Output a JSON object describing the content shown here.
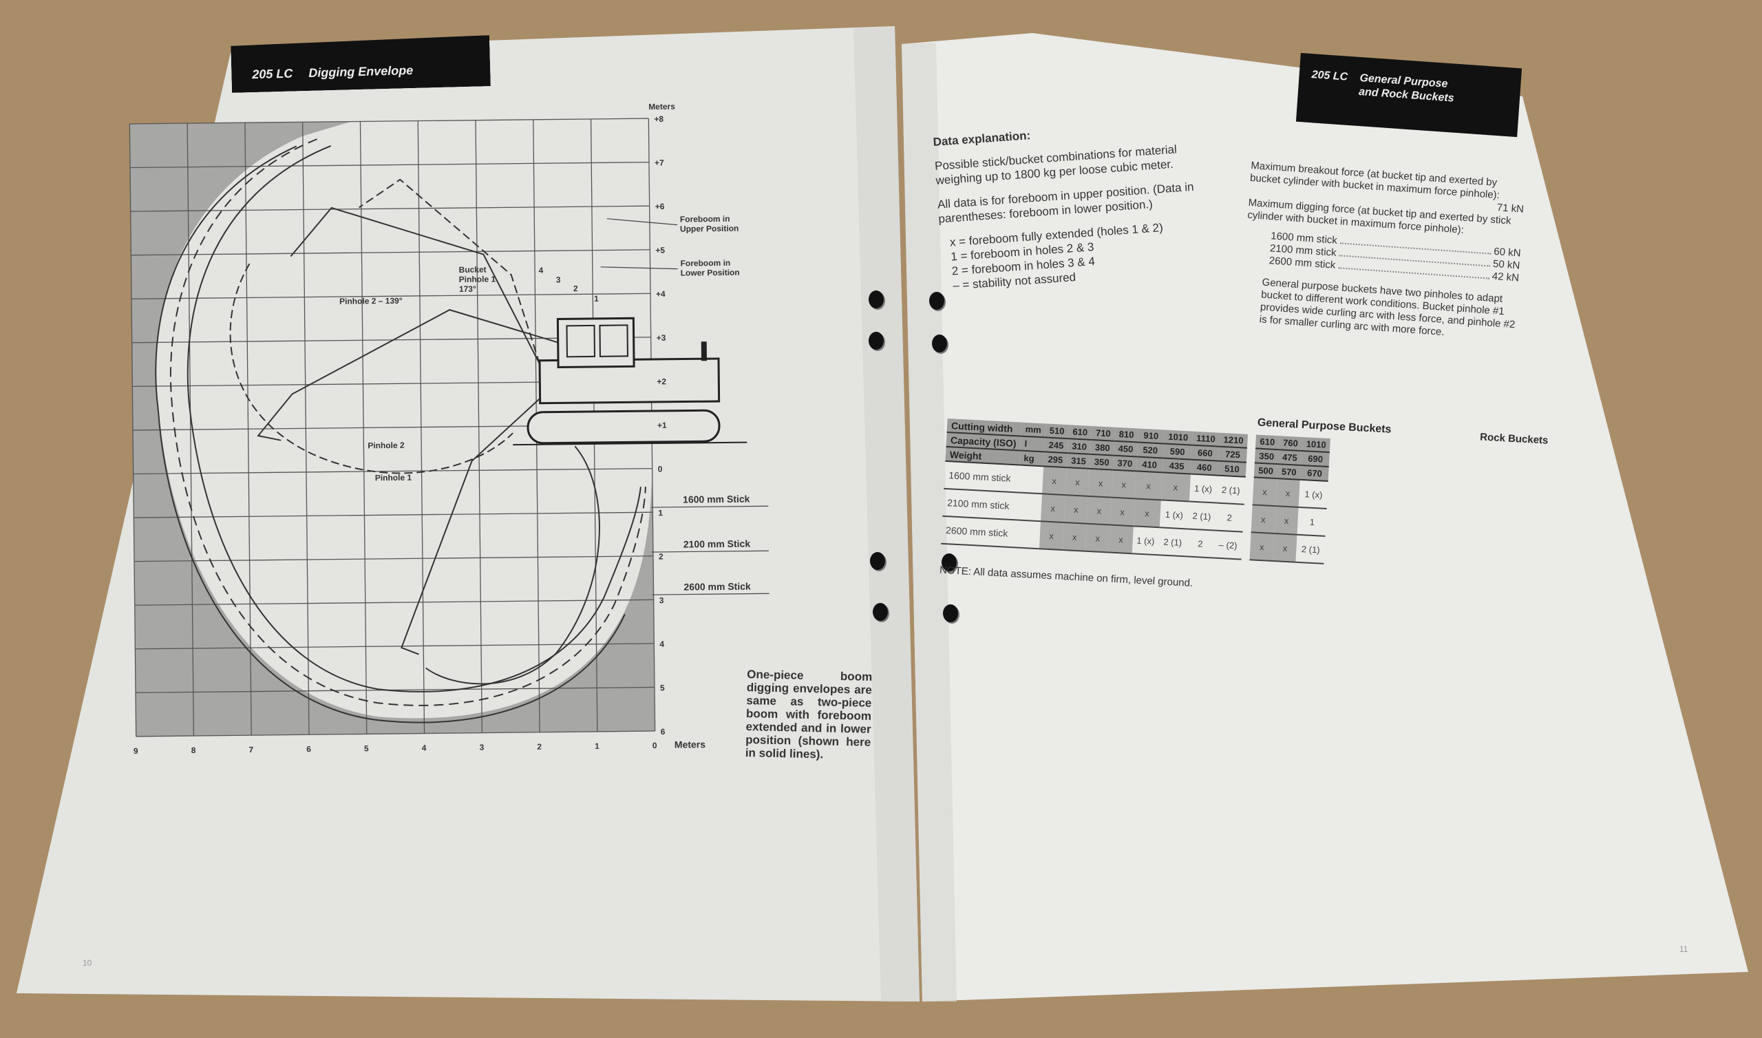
{
  "left_page": {
    "header": {
      "model": "205 LC",
      "title": "Digging Envelope"
    },
    "diagram": {
      "y_axis_unit": "Meters",
      "y_ticks_above": [
        "+8",
        "+7",
        "+6",
        "+5",
        "+4",
        "+3",
        "+2",
        "+1",
        "0"
      ],
      "y_ticks_below": [
        "1",
        "2",
        "3",
        "4",
        "5",
        "6"
      ],
      "x_ticks": [
        "9",
        "8",
        "7",
        "6",
        "5",
        "4",
        "3",
        "2",
        "1",
        "0"
      ],
      "x_axis_unit": "Meters",
      "labels": {
        "foreboom_upper": [
          "Foreboom in",
          "Upper Position"
        ],
        "foreboom_lower": [
          "Foreboom in",
          "Lower Position"
        ],
        "bucket_pinhole1": [
          "Bucket",
          "Pinhole 1",
          "173°"
        ],
        "pinhole2_angle": "Pinhole 2 – 139°",
        "pinhole2": "Pinhole 2",
        "pinhole1": "Pinhole 1",
        "holes": [
          "1",
          "2",
          "3",
          "4"
        ],
        "stick_1600": "1600 mm Stick",
        "stick_2100": "2100 mm Stick",
        "stick_2600": "2600 mm Stick"
      }
    },
    "note": "One-piece boom digging envelopes are same as two-piece boom with foreboom extended and in lower position (shown here in solid lines).",
    "page_number": "10"
  },
  "right_page": {
    "header": {
      "model": "205 LC",
      "title_line1": "General Purpose",
      "title_line2": "and Rock Buckets"
    },
    "data_explanation": {
      "heading": "Data explanation:",
      "p1": "Possible stick/bucket combinations for material weighing up to 1800 kg per loose cubic meter.",
      "p2": "All data is for foreboom in upper position. (Data in parentheses: foreboom in lower position.)",
      "legend": [
        "x = foreboom fully extended (holes 1 & 2)",
        "1 = foreboom in holes 2 & 3",
        "2 = foreboom in holes 3 & 4",
        "– = stability not assured"
      ]
    },
    "forces": {
      "breakout": "Maximum breakout force (at bucket tip and exerted by bucket cylinder with bucket in maximum force pinhole):",
      "breakout_value": "71 kN",
      "digging": "Maximum digging force (at bucket tip and exerted by stick cylinder with bucket in maximum force pinhole):",
      "sticks": [
        {
          "label": "1600 mm stick",
          "value": "60 kN"
        },
        {
          "label": "2100 mm stick",
          "value": "50 kN"
        },
        {
          "label": "2600 mm stick",
          "value": "42 kN"
        }
      ],
      "pinhole_note": "General purpose buckets have two pinholes to adapt bucket to different work conditions. Bucket pinhole #1 provides wide curling arc with less force, and pinhole #2 is for smaller curling arc with more force."
    },
    "table": {
      "gp_title": "General Purpose Buckets",
      "rock_title": "Rock Buckets",
      "rows": [
        {
          "label": "Cutting width",
          "unit": "mm",
          "gp": [
            "510",
            "610",
            "710",
            "810",
            "910",
            "1010",
            "1110",
            "1210"
          ],
          "rock": [
            "610",
            "760",
            "1010"
          ]
        },
        {
          "label": "Capacity (ISO)",
          "unit": "l",
          "gp": [
            "245",
            "310",
            "380",
            "450",
            "520",
            "590",
            "660",
            "725"
          ],
          "rock": [
            "350",
            "475",
            "690"
          ]
        },
        {
          "label": "Weight",
          "unit": "kg",
          "gp": [
            "295",
            "315",
            "350",
            "370",
            "410",
            "435",
            "460",
            "510"
          ],
          "rock": [
            "500",
            "570",
            "670"
          ]
        }
      ],
      "sticks": [
        {
          "label": "1600 mm stick",
          "gp": [
            "x",
            "x",
            "x",
            "x",
            "x",
            "x",
            "1 (x)",
            "2 (1)"
          ],
          "rock": [
            "x",
            "x",
            "1 (x)"
          ]
        },
        {
          "label": "2100 mm stick",
          "gp": [
            "x",
            "x",
            "x",
            "x",
            "x",
            "1 (x)",
            "2 (1)",
            "2"
          ],
          "rock": [
            "x",
            "x",
            "1"
          ]
        },
        {
          "label": "2600 mm stick",
          "gp": [
            "x",
            "x",
            "x",
            "x",
            "1 (x)",
            "2 (1)",
            "2",
            "– (2)"
          ],
          "rock": [
            "x",
            "x",
            "2 (1)"
          ]
        }
      ],
      "note": "NOTE: All data assumes machine on firm, level ground."
    },
    "page_number": "11"
  }
}
